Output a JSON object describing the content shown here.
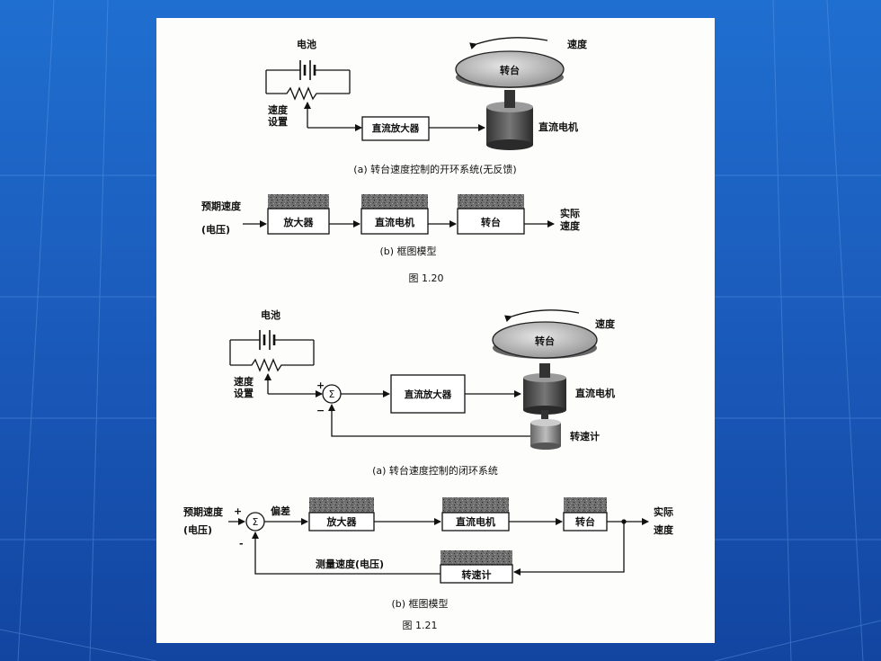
{
  "fig120": {
    "a": {
      "battery": "电池",
      "speed": "速度",
      "turntable": "转台",
      "speed_setting_1": "速度",
      "speed_setting_2": "设置",
      "amplifier": "直流放大器",
      "motor": "直流电机",
      "caption": "(a) 转台速度控制的开环系统(无反馈)"
    },
    "b": {
      "input_1": "预期速度",
      "input_2": "(电压)",
      "block1": "放大器",
      "block2": "直流电机",
      "block3": "转台",
      "output_1": "实际",
      "output_2": "速度",
      "caption": "(b) 框图模型"
    },
    "label": "图 1.20"
  },
  "fig121": {
    "a": {
      "battery": "电池",
      "speed": "速度",
      "turntable": "转台",
      "speed_setting_1": "速度",
      "speed_setting_2": "设置",
      "plus": "+",
      "minus": "−",
      "sum": "Σ",
      "amplifier": "直流放大器",
      "motor": "直流电机",
      "tachometer": "转速计",
      "caption": "(a) 转台速度控制的闭环系统"
    },
    "b": {
      "input_1": "预期速度",
      "input_2": "(电压)",
      "plus": "+",
      "minus": "-",
      "sum": "Σ",
      "error": "偏差",
      "block1": "放大器",
      "block2": "直流电机",
      "block3": "转台",
      "output_1": "实际",
      "output_2": "速度",
      "feedback_label": "测量速度(电压)",
      "tachometer": "转速计",
      "caption": "(b) 框图模型"
    },
    "label": "图 1.21"
  }
}
